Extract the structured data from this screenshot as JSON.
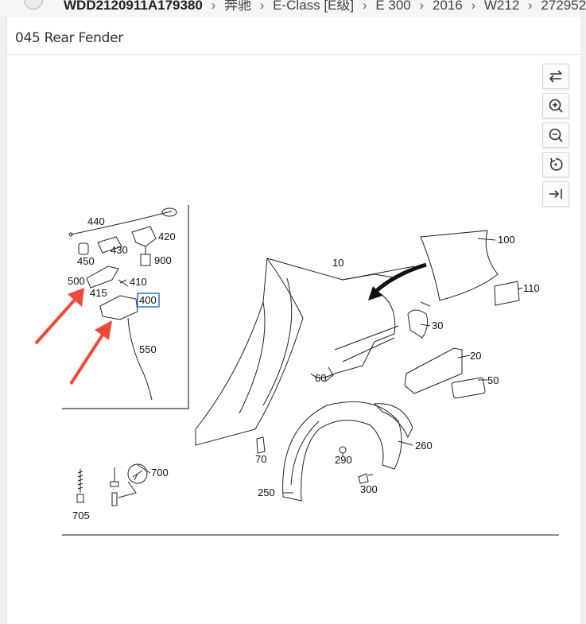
{
  "breadcrumb": {
    "vin": "WDD2120911A179380",
    "items": [
      "奔驰",
      "E-Class [E级]",
      "E 300",
      "2016",
      "W212",
      "272952"
    ]
  },
  "panel": {
    "title": "045 Rear Fender"
  },
  "toolbar": {
    "buttons": [
      {
        "name": "swap-icon"
      },
      {
        "name": "zoom-in-icon"
      },
      {
        "name": "zoom-out-icon"
      },
      {
        "name": "rotate-icon"
      },
      {
        "name": "collapse-icon"
      }
    ]
  },
  "diagram": {
    "labels": {
      "l440": "440",
      "l420": "420",
      "l430": "430",
      "l450": "450",
      "l900": "900",
      "l500": "500",
      "l410": "410",
      "l415": "415",
      "l400": "400",
      "l550": "550",
      "l10": "10",
      "l100": "100",
      "l110": "110",
      "l30": "30",
      "l20": "20",
      "l50": "50",
      "l60": "60",
      "l260": "260",
      "l70": "70",
      "l290": "290",
      "l300": "300",
      "l250": "250",
      "l700": "700",
      "l705": "705"
    },
    "highlighted_label": "400",
    "highlight_color": "#2f6fd6",
    "annotation_arrow_color": "#f0493a"
  }
}
